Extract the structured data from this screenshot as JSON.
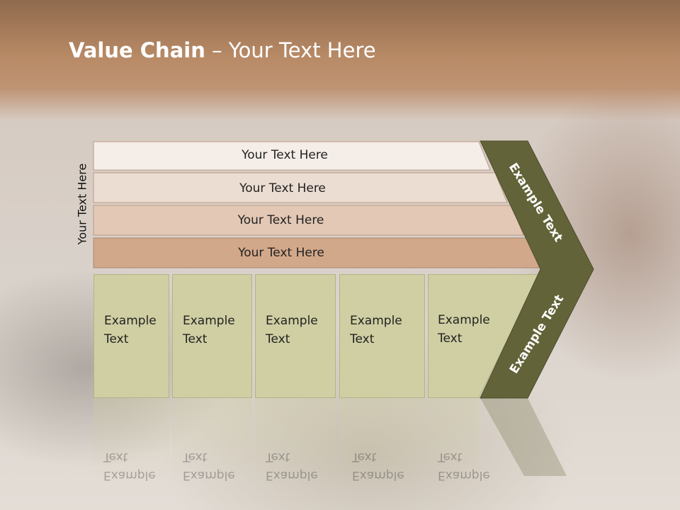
{
  "slide": {
    "title_bold": "Value Chain",
    "title_rest": " – Your Text Here",
    "side_label": "Your Text Here"
  },
  "bars": [
    {
      "label": "Your Text Here",
      "fill": "#f5ede8"
    },
    {
      "label": "Your Text Here",
      "fill": "#ecddd2"
    },
    {
      "label": "Your Text Here",
      "fill": "#e3c8b5"
    },
    {
      "label": "Your Text Here",
      "fill": "#d2a88a"
    }
  ],
  "boxes": [
    {
      "label": "Example\nText"
    },
    {
      "label": "Example\nText"
    },
    {
      "label": "Example\nText"
    },
    {
      "label": "Example\nText"
    },
    {
      "label": "Example\nText"
    }
  ],
  "chevron": {
    "upper_label": "Example Text",
    "lower_label": "Example Text",
    "fill": "#636339"
  },
  "colors": {
    "box_fill": "#cfcfa3",
    "header_band": "#b88a66"
  }
}
